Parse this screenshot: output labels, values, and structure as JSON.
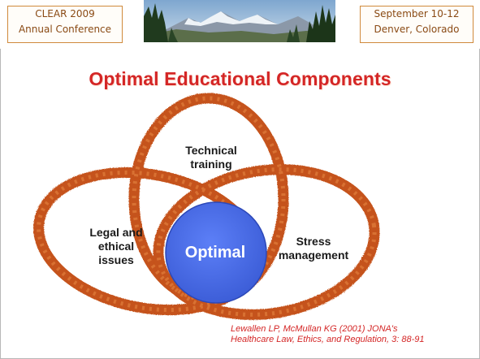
{
  "header": {
    "left_line1": "CLEAR 2009",
    "left_line2": "Annual Conference",
    "right_line1": "September 10-12",
    "right_line2": "Denver, Colorado"
  },
  "title": "Optimal Educational Components",
  "diagram": {
    "circles": [
      {
        "label_line1": "Technical",
        "label_line2": "training"
      },
      {
        "label_line1": "Legal and",
        "label_line2": "ethical",
        "label_line3": "issues"
      },
      {
        "label_line1": "Stress",
        "label_line2": "management"
      }
    ],
    "center_label": "Optimal",
    "ring_color": "#c5521a",
    "center_color": "#4d6ff0"
  },
  "citation": {
    "line1": "Lewallen LP, McMullan KG (2001) JONA's",
    "line2": "Healthcare Law, Ethics, and Regulation, 3: 88-91"
  }
}
